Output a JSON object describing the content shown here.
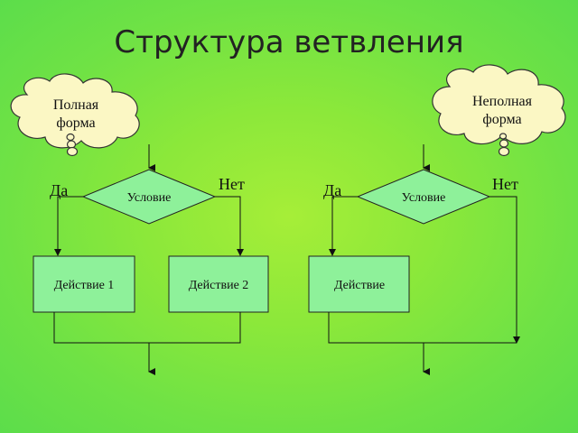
{
  "title": "Структура ветвления",
  "left": {
    "cloud_line1": "Полная",
    "cloud_line2": "форма",
    "yes": "Да",
    "no": "Нет",
    "condition": "Условие",
    "action1": "Действие 1",
    "action2": "Действие 2"
  },
  "right": {
    "cloud_line1": "Неполная",
    "cloud_line2": "форма",
    "yes": "Да",
    "no": "Нет",
    "condition": "Условие",
    "action": "Действие"
  },
  "colors": {
    "background": "#8ce83a",
    "shape_fill": "#8ef19a",
    "cloud_fill": "#fbf7c4"
  }
}
